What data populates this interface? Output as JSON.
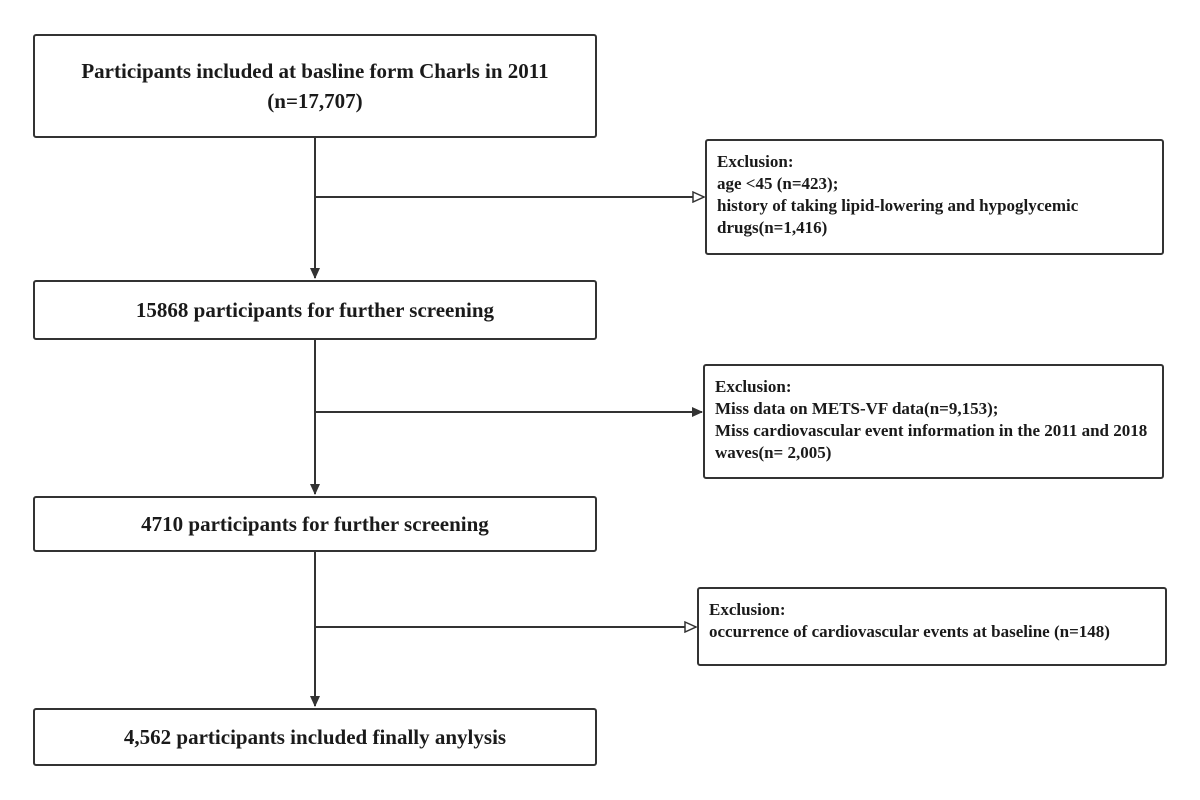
{
  "boxes": {
    "baseline": {
      "line1": "Participants included at basline form Charls in 2011",
      "line2": "(n=17,707)"
    },
    "screen1": {
      "label": "15868 participants for further screening"
    },
    "screen2": {
      "label": "4710 participants for further screening"
    },
    "final": {
      "label": "4,562 participants included finally anylysis"
    }
  },
  "exclusions": {
    "first": {
      "heading": "Exclusion:",
      "items": [
        "age <45 (n=423);",
        "history of taking lipid-lowering and hypoglycemic drugs(n=1,416)"
      ]
    },
    "second": {
      "heading": "Exclusion:",
      "items": [
        "Miss data on METS-VF data(n=9,153);",
        "Miss cardiovascular event information in the 2011 and 2018 waves(n= 2,005)"
      ]
    },
    "third": {
      "heading": "Exclusion:",
      "items": [
        "occurrence of cardiovascular events at baseline (n=148)"
      ]
    }
  },
  "colors": {
    "line": "#333333",
    "text": "#1a1a1a"
  }
}
